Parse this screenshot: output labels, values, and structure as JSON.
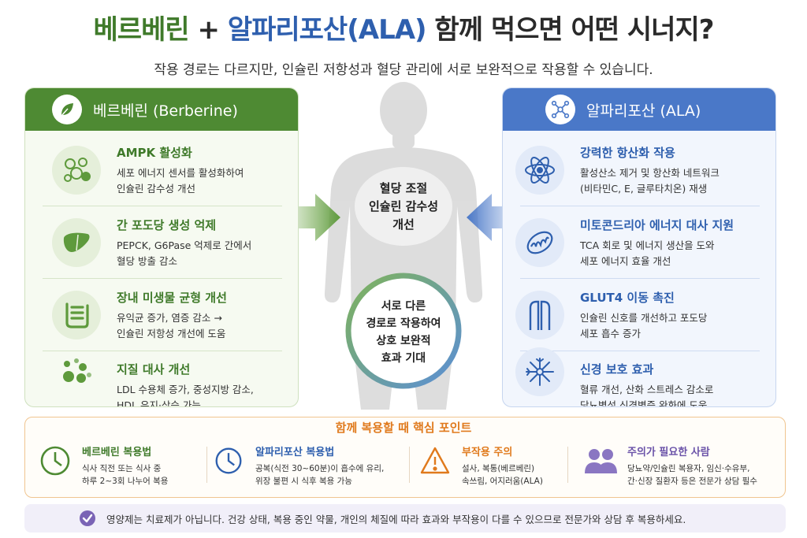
{
  "title": {
    "part1": "베르베린",
    "plus": " + ",
    "part2": "알파리포산(ALA)",
    "part3": " 함께 먹으면 어떤 시너지?"
  },
  "subtitle": "작용 경로는 다르지만, 인슐린 저항성과 혈당 관리에 서로 보완적으로 작용할 수 있습니다.",
  "left_panel": {
    "header": "베르베린 (Berberine)",
    "items": [
      {
        "icon": "cells-icon",
        "title": "AMPK 활성화",
        "desc1": "세포 에너지 센서를 활성화하여",
        "desc2": "인슐린 감수성 개선"
      },
      {
        "icon": "liver-icon",
        "title": "간 포도당 생성 억제",
        "desc1": "PEPCK, G6Pase 억제로 간에서",
        "desc2": "혈당 방출 감소"
      },
      {
        "icon": "intestine-icon",
        "title": "장내 미생물 균형 개선",
        "desc1": "유익균 증가, 염증 감소 →",
        "desc2": "인슐린 저항성 개선에 도움"
      },
      {
        "icon": "lipid-icon",
        "title": "지질 대사 개선",
        "desc1": "LDL 수용체 증가, 중성지방 감소,",
        "desc2": "HDL 유지·상승 가능"
      }
    ]
  },
  "right_panel": {
    "header": "알파리포산 (ALA)",
    "items": [
      {
        "icon": "atom-icon",
        "title": "강력한 항산화 작용",
        "desc1": "활성산소 제거 및 항산화 네트워크",
        "desc2": "(비타민C, E, 글루타치온) 재생"
      },
      {
        "icon": "mitochondria-icon",
        "title": "미토콘드리아 에너지 대사 지원",
        "desc1": "TCA 회로 및 에너지 생산을 도와",
        "desc2": "세포 에너지 효율 개선"
      },
      {
        "icon": "glut4-icon",
        "title": "GLUT4 이동 촉진",
        "desc1": "인슐린 신호를 개선하고 포도당",
        "desc2": "세포 흡수 증가"
      },
      {
        "icon": "neuron-icon",
        "title": "신경 보호 효과",
        "desc1": "혈류 개선, 산화 스트레스 감소로",
        "desc2": "당뇨병성 신경병증 완화에 도움"
      }
    ]
  },
  "center": {
    "line1": "혈당 조절",
    "line2": "인슐린 감수성",
    "line3": "개선",
    "ring1": "서로 다른",
    "ring2": "경로로 작용하여",
    "ring3": "상호 보완적",
    "ring4": "효과 기대"
  },
  "bottom": {
    "title": "함께 복용할 때 핵심 포인트",
    "cells": [
      {
        "title": "베르베린 복용법",
        "desc1": "식사 직전 또는 식사 중",
        "desc2": "하루 2~3회 나누어 복용"
      },
      {
        "title": "알파리포산 복용법",
        "desc1": "공복(식전 30~60분)이 흡수에 유리,",
        "desc2": "위장 불편 시 식후 복용 가능"
      },
      {
        "title": "부작용 주의",
        "desc1": "설사, 복통(베르베린)",
        "desc2": "속쓰림, 어지러움(ALA)"
      },
      {
        "title": "주의가 필요한 사람",
        "desc1": "당뇨약/인슐린 복용자, 임신·수유부,",
        "desc2": "간·신장 질환자 등은 전문가 상담 필수"
      }
    ]
  },
  "note": "영양제는 치료제가 아닙니다. 건강 상태, 복용 중인 약물, 개인의 체질에 따라 효과와 부작용이 다를 수 있으므로 전문가와 상담 후 복용하세요.",
  "colors": {
    "green": "#4e8a33",
    "blue": "#4a78c8",
    "orange": "#e07a1d",
    "purple": "#7a63b5"
  }
}
